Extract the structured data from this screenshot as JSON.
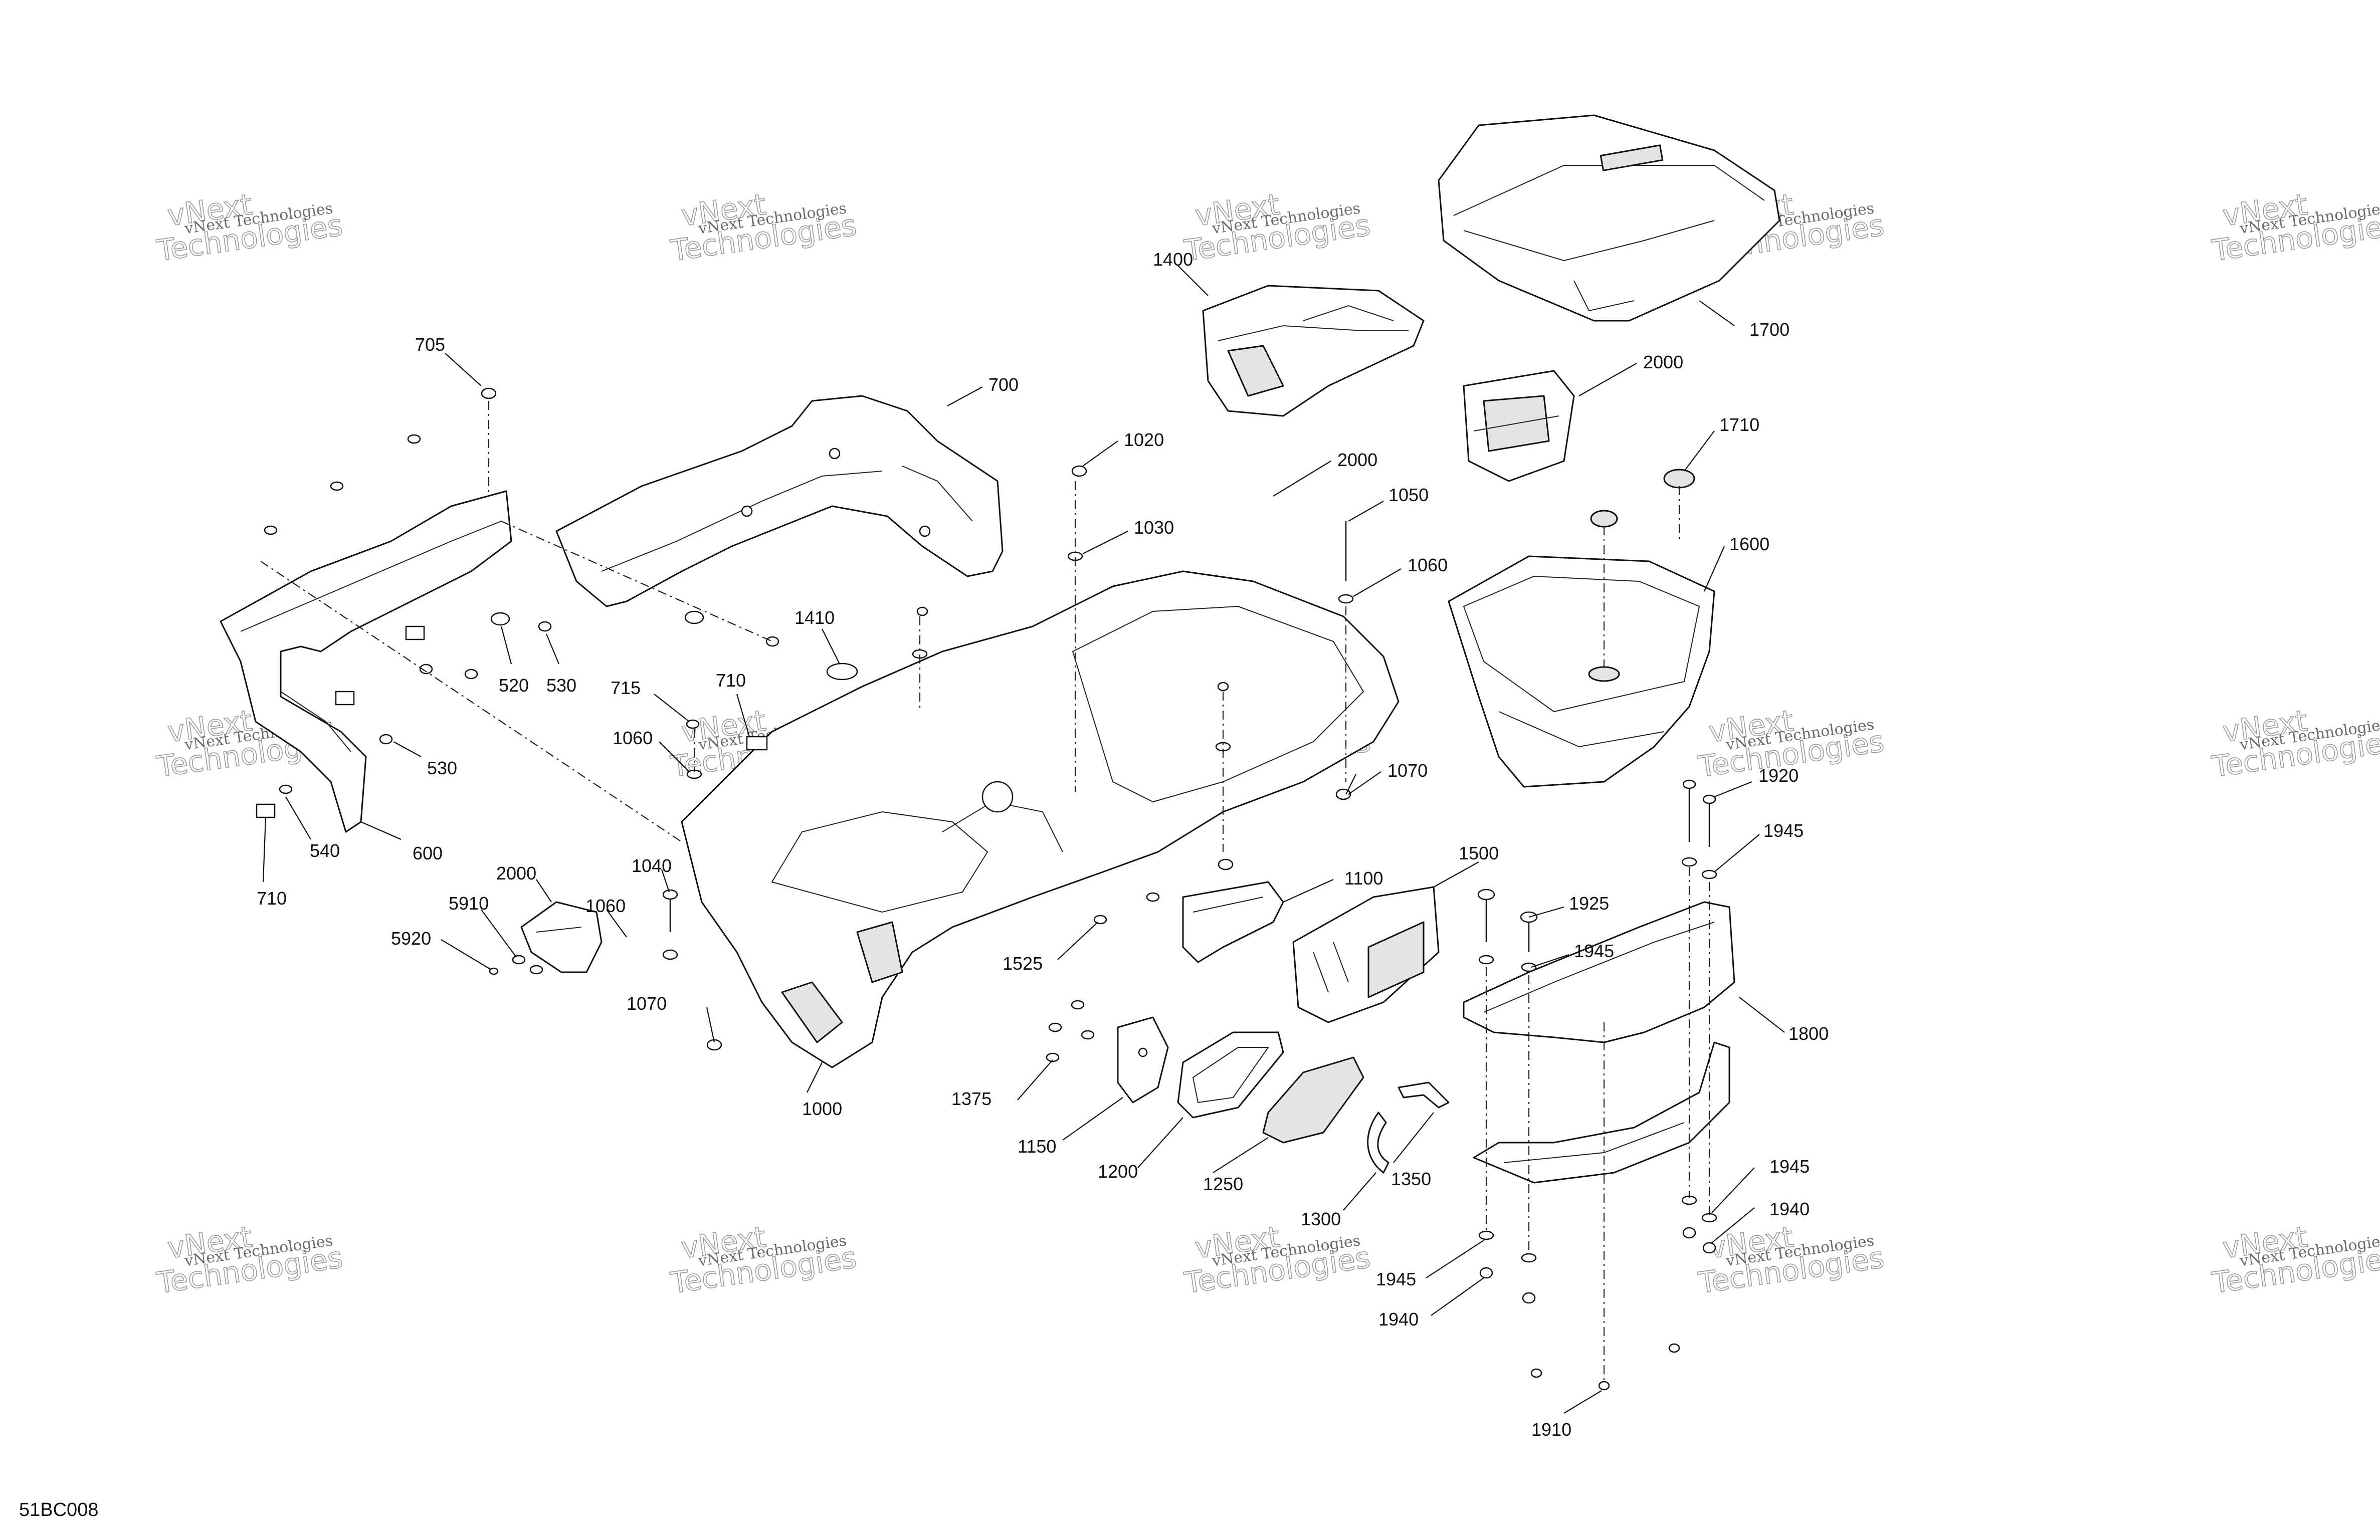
{
  "figure_code": "51BC008",
  "watermark": {
    "line1": "vNext Technologies",
    "line2": "vNext",
    "line3": "Technologies"
  },
  "callouts": [
    {
      "id": "c705",
      "text": "705"
    },
    {
      "id": "c700",
      "text": "700"
    },
    {
      "id": "c1400",
      "text": "1400"
    },
    {
      "id": "c1700",
      "text": "1700"
    },
    {
      "id": "c2000a",
      "text": "2000"
    },
    {
      "id": "c1020",
      "text": "1020"
    },
    {
      "id": "c2000b",
      "text": "2000"
    },
    {
      "id": "c1710",
      "text": "1710"
    },
    {
      "id": "c1030",
      "text": "1030"
    },
    {
      "id": "c1050",
      "text": "1050"
    },
    {
      "id": "c1600",
      "text": "1600"
    },
    {
      "id": "c1060a",
      "text": "1060"
    },
    {
      "id": "c1410",
      "text": "1410"
    },
    {
      "id": "c520",
      "text": "520"
    },
    {
      "id": "c530a",
      "text": "530"
    },
    {
      "id": "c715",
      "text": "715"
    },
    {
      "id": "c710a",
      "text": "710"
    },
    {
      "id": "c1060b",
      "text": "1060"
    },
    {
      "id": "c530b",
      "text": "530"
    },
    {
      "id": "c1070a",
      "text": "1070"
    },
    {
      "id": "c1920",
      "text": "1920"
    },
    {
      "id": "c1945a",
      "text": "1945"
    },
    {
      "id": "c540",
      "text": "540"
    },
    {
      "id": "c600",
      "text": "600"
    },
    {
      "id": "c2000c",
      "text": "2000"
    },
    {
      "id": "c1040",
      "text": "1040"
    },
    {
      "id": "c1500",
      "text": "1500"
    },
    {
      "id": "c1100",
      "text": "1100"
    },
    {
      "id": "c1925",
      "text": "1925"
    },
    {
      "id": "c710b",
      "text": "710"
    },
    {
      "id": "c5910",
      "text": "5910"
    },
    {
      "id": "c1060c",
      "text": "1060"
    },
    {
      "id": "c5920",
      "text": "5920"
    },
    {
      "id": "c1945b",
      "text": "1945"
    },
    {
      "id": "c1525",
      "text": "1525"
    },
    {
      "id": "c1070b",
      "text": "1070"
    },
    {
      "id": "c1800",
      "text": "1800"
    },
    {
      "id": "c1000",
      "text": "1000"
    },
    {
      "id": "c1375",
      "text": "1375"
    },
    {
      "id": "c1150",
      "text": "1150"
    },
    {
      "id": "c1200",
      "text": "1200"
    },
    {
      "id": "c1250",
      "text": "1250"
    },
    {
      "id": "c1350",
      "text": "1350"
    },
    {
      "id": "c1300",
      "text": "1300"
    },
    {
      "id": "c1945c",
      "text": "1945"
    },
    {
      "id": "c1940a",
      "text": "1940"
    },
    {
      "id": "c1945d",
      "text": "1945"
    },
    {
      "id": "c1940b",
      "text": "1940"
    },
    {
      "id": "c1910",
      "text": "1910"
    }
  ]
}
